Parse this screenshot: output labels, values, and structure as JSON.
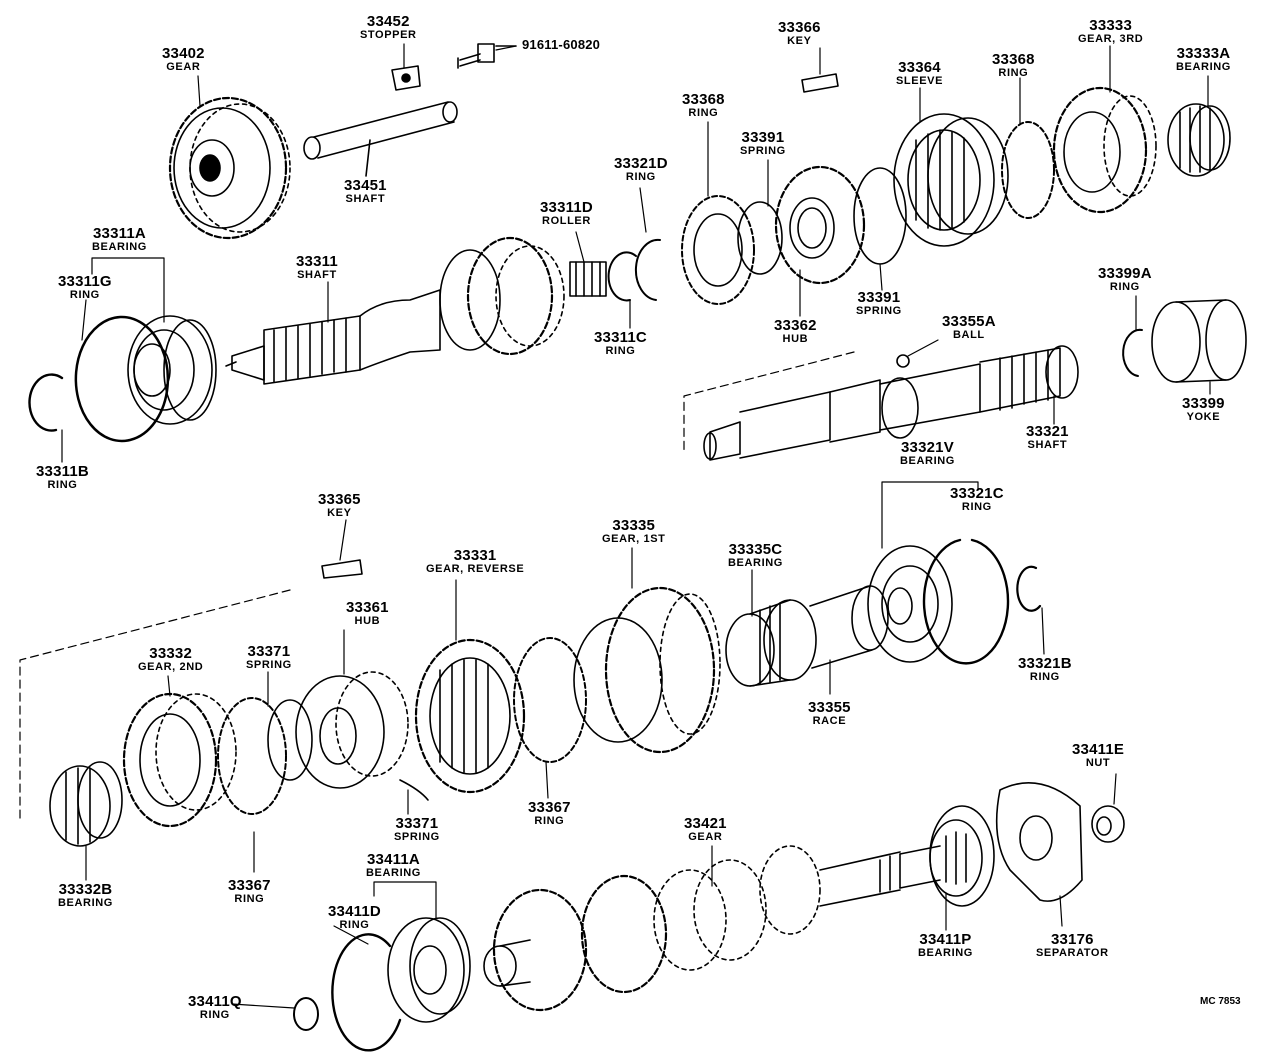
{
  "diagram_code": "MC 7853",
  "parts": [
    {
      "number": "33402",
      "name": "GEAR"
    },
    {
      "number": "33452",
      "name": "STOPPER"
    },
    {
      "number": "91611-60820",
      "name": ""
    },
    {
      "number": "33451",
      "name": "SHAFT"
    },
    {
      "number": "33366",
      "name": "KEY"
    },
    {
      "number": "33333",
      "name": "GEAR, 3RD"
    },
    {
      "number": "33333A",
      "name": "BEARING"
    },
    {
      "number": "33364",
      "name": "SLEEVE"
    },
    {
      "number": "33368",
      "name": "RING"
    },
    {
      "number": "33368",
      "name": "RING"
    },
    {
      "number": "33391",
      "name": "SPRING"
    },
    {
      "number": "33321D",
      "name": "RING"
    },
    {
      "number": "33311D",
      "name": "ROLLER"
    },
    {
      "number": "33311A",
      "name": "BEARING"
    },
    {
      "number": "33311G",
      "name": "RING"
    },
    {
      "number": "33311",
      "name": "SHAFT"
    },
    {
      "number": "33311C",
      "name": "RING"
    },
    {
      "number": "33362",
      "name": "HUB"
    },
    {
      "number": "33391",
      "name": "SPRING"
    },
    {
      "number": "33399A",
      "name": "RING"
    },
    {
      "number": "33355A",
      "name": "BALL"
    },
    {
      "number": "33399",
      "name": "YOKE"
    },
    {
      "number": "33321",
      "name": "SHAFT"
    },
    {
      "number": "33311B",
      "name": "RING"
    },
    {
      "number": "33321V",
      "name": "BEARING"
    },
    {
      "number": "33321C",
      "name": "RING"
    },
    {
      "number": "33365",
      "name": "KEY"
    },
    {
      "number": "33335",
      "name": "GEAR, 1ST"
    },
    {
      "number": "33331",
      "name": "GEAR, REVERSE"
    },
    {
      "number": "33335C",
      "name": "BEARING"
    },
    {
      "number": "33361",
      "name": "HUB"
    },
    {
      "number": "33332",
      "name": "GEAR, 2ND"
    },
    {
      "number": "33371",
      "name": "SPRING"
    },
    {
      "number": "33321B",
      "name": "RING"
    },
    {
      "number": "33355",
      "name": "RACE"
    },
    {
      "number": "33411E",
      "name": "NUT"
    },
    {
      "number": "33367",
      "name": "RING"
    },
    {
      "number": "33421",
      "name": "GEAR"
    },
    {
      "number": "33371",
      "name": "SPRING"
    },
    {
      "number": "33332B",
      "name": "BEARING"
    },
    {
      "number": "33367",
      "name": "RING"
    },
    {
      "number": "33411A",
      "name": "BEARING"
    },
    {
      "number": "33411D",
      "name": "RING"
    },
    {
      "number": "33411P",
      "name": "BEARING"
    },
    {
      "number": "33176",
      "name": "SEPARATOR"
    },
    {
      "number": "33411Q",
      "name": "RING"
    }
  ]
}
